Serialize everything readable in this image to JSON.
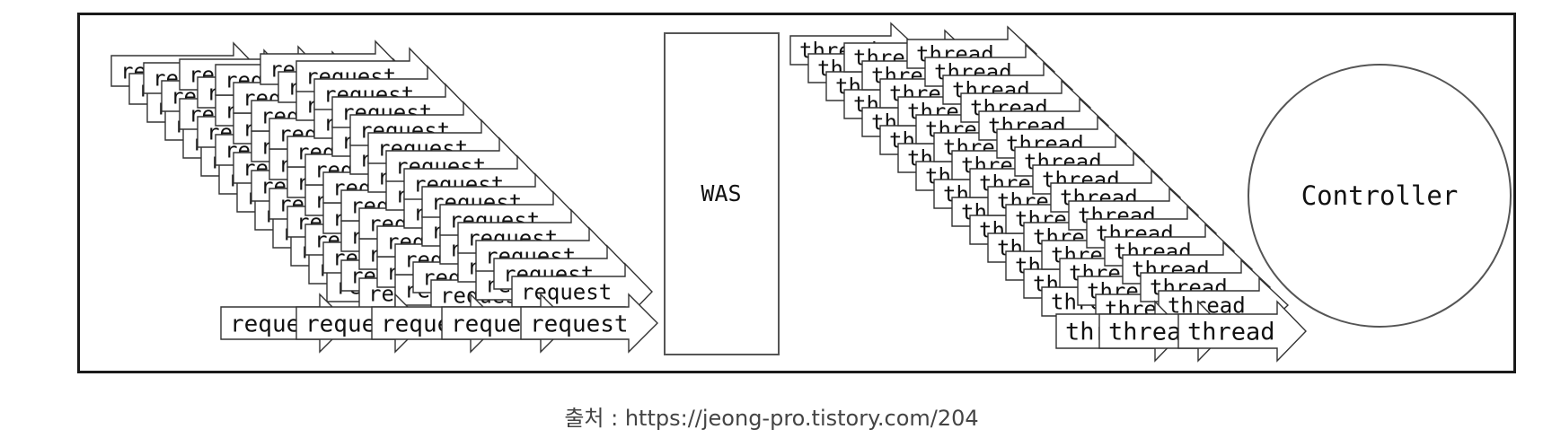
{
  "diagram": {
    "request_label": "request",
    "was_label": "WAS",
    "thread_label": "thread",
    "controller_label": "Controller"
  },
  "caption": {
    "prefix": "출처 : ",
    "source": "https://jeong-pro.tistory.com/204"
  }
}
